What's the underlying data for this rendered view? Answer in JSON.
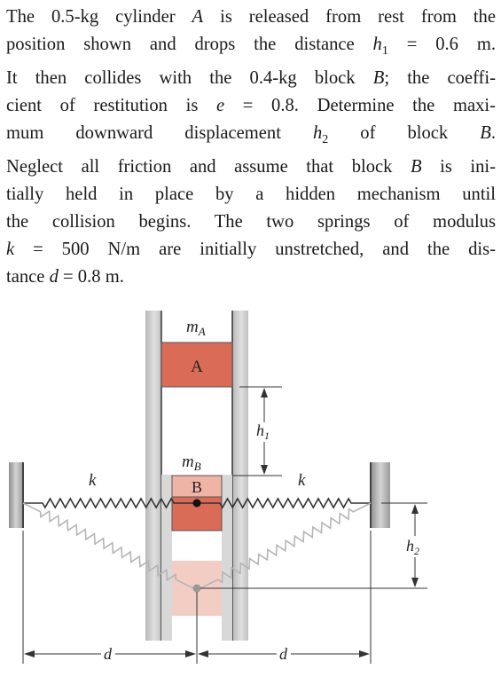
{
  "problem": {
    "lines": [
      {
        "segs": [
          {
            "t": "The 0.5-kg cylinder "
          },
          {
            "t": "A",
            "v": true
          },
          {
            "t": " is released from rest from the"
          }
        ]
      },
      {
        "segs": [
          {
            "t": "position shown and drops the distance "
          },
          {
            "t": "h",
            "v": true
          },
          {
            "t": "1",
            "sub": true
          },
          {
            "t": " = 0.6 m."
          }
        ]
      },
      {
        "segs": [
          {
            "t": "It then collides with the 0.4-kg block "
          },
          {
            "t": "B",
            "v": true
          },
          {
            "t": "; the coeffi-"
          }
        ]
      },
      {
        "segs": [
          {
            "t": "cient of restitution is "
          },
          {
            "t": "e",
            "v": true
          },
          {
            "t": " = 0.8. Determine the maxi-"
          }
        ]
      },
      {
        "segs": [
          {
            "t": "mum downward displacement "
          },
          {
            "t": "h",
            "v": true
          },
          {
            "t": "2",
            "sub": true
          },
          {
            "t": " of block "
          },
          {
            "t": "B",
            "v": true
          },
          {
            "t": "."
          }
        ]
      },
      {
        "segs": [
          {
            "t": "Neglect all friction and assume that block "
          },
          {
            "t": "B",
            "v": true
          },
          {
            "t": " is ini-"
          }
        ]
      },
      {
        "segs": [
          {
            "t": "tially held in place by a hidden mechanism until"
          }
        ]
      },
      {
        "segs": [
          {
            "t": "the collision begins. The two springs of modulus"
          }
        ]
      },
      {
        "segs": [
          {
            "t": "k",
            "v": true
          },
          {
            "t": " = 500 N/m are initially unstretched, and the dis-"
          }
        ]
      },
      {
        "segs": [
          {
            "t": "tance "
          },
          {
            "t": "d",
            "v": true
          },
          {
            "t": " = 0.8 m."
          }
        ],
        "last": true
      }
    ]
  },
  "figure": {
    "mA": "m",
    "mA_sub": "A",
    "mB": "m",
    "mB_sub": "B",
    "block_A": "A",
    "block_B": "B",
    "k_left": "k",
    "k_right": "k",
    "h1": "h",
    "h1_sub": "1",
    "h2": "h",
    "h2_sub": "2",
    "d_left": "d",
    "d_right": "d",
    "colors": {
      "block": "#d96b57",
      "block_light": "#f2cdc4",
      "guide": "#c9c9c9",
      "wall": "#bdbdbd",
      "spring": "#333333",
      "spring_ghost": "#bbbbbb"
    }
  }
}
